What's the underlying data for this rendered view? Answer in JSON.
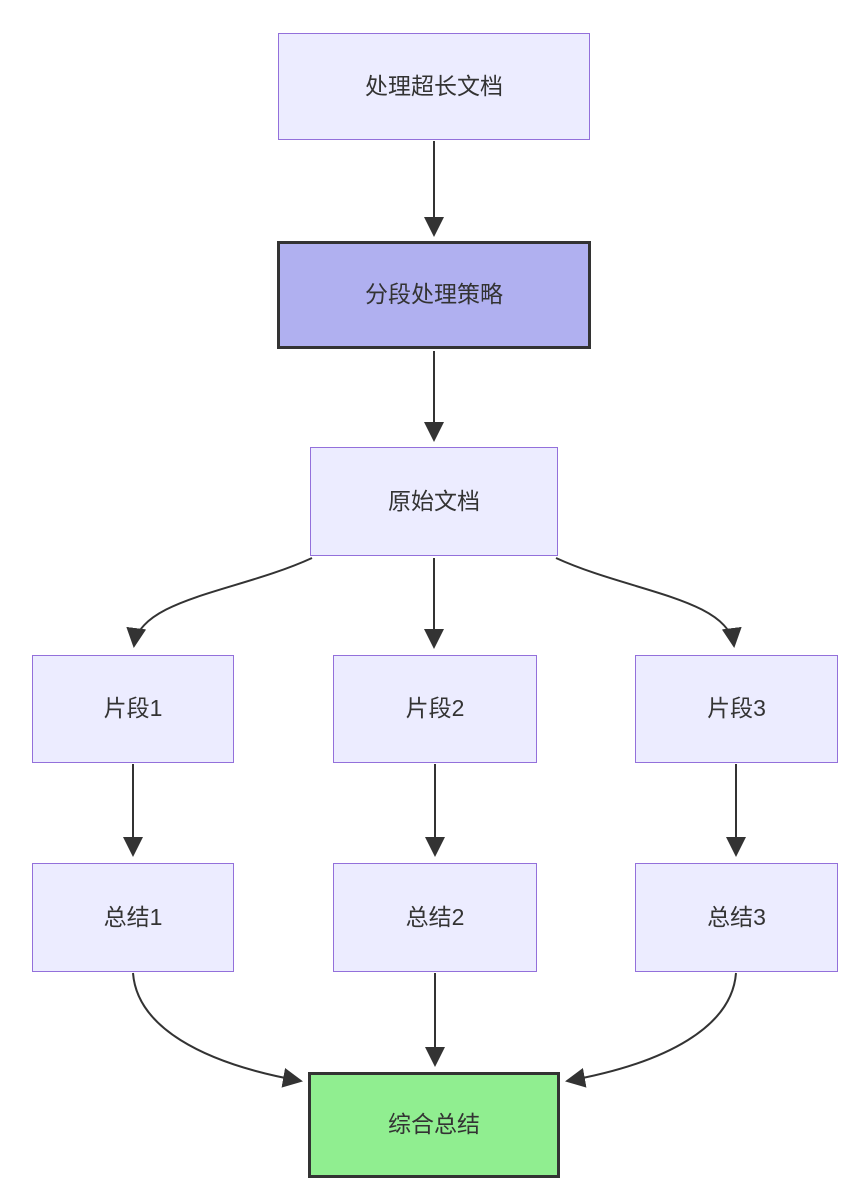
{
  "diagram": {
    "type": "flowchart",
    "direction": "top-down",
    "nodes": [
      {
        "id": "A",
        "label": "处理超长文档",
        "style": "default"
      },
      {
        "id": "B",
        "label": "分段处理策略",
        "style": "highlight"
      },
      {
        "id": "C",
        "label": "原始文档",
        "style": "default"
      },
      {
        "id": "D",
        "label": "片段1",
        "style": "default"
      },
      {
        "id": "E",
        "label": "片段2",
        "style": "default"
      },
      {
        "id": "F",
        "label": "片段3",
        "style": "default"
      },
      {
        "id": "G",
        "label": "总结1",
        "style": "default"
      },
      {
        "id": "H",
        "label": "总结2",
        "style": "default"
      },
      {
        "id": "I",
        "label": "总结3",
        "style": "default"
      },
      {
        "id": "J",
        "label": "综合总结",
        "style": "success"
      }
    ],
    "edges": [
      {
        "from": "A",
        "to": "B"
      },
      {
        "from": "B",
        "to": "C"
      },
      {
        "from": "C",
        "to": "D"
      },
      {
        "from": "C",
        "to": "E"
      },
      {
        "from": "C",
        "to": "F"
      },
      {
        "from": "D",
        "to": "G"
      },
      {
        "from": "E",
        "to": "H"
      },
      {
        "from": "F",
        "to": "I"
      },
      {
        "from": "G",
        "to": "J"
      },
      {
        "from": "H",
        "to": "J"
      },
      {
        "from": "I",
        "to": "J"
      }
    ]
  },
  "colors": {
    "background": "#ffffff",
    "node_fill": "#ECECFF",
    "node_border": "#9370DB",
    "highlight_fill": "#B0B0F0",
    "success_fill": "#90EE90",
    "dark_border": "#333333",
    "edge": "#333333",
    "text": "#333333"
  }
}
